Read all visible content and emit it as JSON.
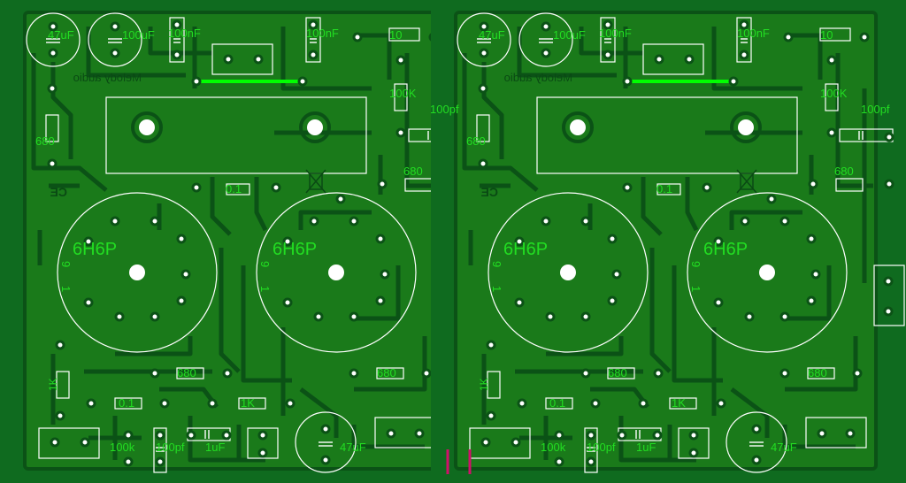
{
  "colors": {
    "board": "#0f6b1f",
    "copper": "#1a7a1a",
    "gap": "#0b5216",
    "silkscreen": "#ffffff",
    "label": "#22dd22",
    "jumper": "#00ff00",
    "marker": "#d0106a"
  },
  "boards": [
    {
      "brand": "Melody audio",
      "tubes": [
        {
          "label": "6H6P",
          "pin_marks": [
            "9",
            "1"
          ]
        },
        {
          "label": "6H6P",
          "pin_marks": [
            "9",
            "1"
          ]
        }
      ],
      "components": {
        "cap_47uf_top": "47uF",
        "cap_100uf": "100uF",
        "cap_100nf_a": "100nF",
        "cap_100nf_b": "100nF",
        "res_10": "10",
        "res_100k": "100K",
        "cap_100pf_right": "100pf",
        "res_680_left": "680",
        "res_680_right": "680",
        "res_01_mid": "0.1",
        "res_680_a": "680",
        "res_680_b": "680",
        "res_1k_left": "1K",
        "res_01_bot": "0.1",
        "res_1k_bot": "1K",
        "res_100k_bot": "100k",
        "cap_100pf_bot": "100pf",
        "cap_1uf": "1uF",
        "cap_47uf_bot": "47uF"
      },
      "icons": [
        "ce-icon",
        "weee-bin-icon"
      ]
    },
    {
      "brand": "Melody audio",
      "tubes": [
        {
          "label": "6H6P",
          "pin_marks": [
            "9",
            "1"
          ]
        },
        {
          "label": "6H6P",
          "pin_marks": [
            "9",
            "1"
          ]
        }
      ],
      "components": {
        "cap_47uf_top": "47uF",
        "cap_100uf": "100uF",
        "cap_100nf_a": "100nF",
        "cap_100nf_b": "100nF",
        "res_10": "10",
        "res_100k": "100K",
        "cap_100pf_right": "100pf",
        "res_680_left": "680",
        "res_680_right": "680",
        "res_01_mid": "0.1",
        "res_680_a": "680",
        "res_680_b": "680",
        "res_1k_left": "1K",
        "res_01_bot": "0.1",
        "res_1k_bot": "1K",
        "res_100k_bot": "100k",
        "cap_100pf_bot": "100pf",
        "cap_1uf": "1uF",
        "cap_47uf_bot": "47uF"
      },
      "icons": [
        "ce-icon",
        "weee-bin-icon"
      ]
    }
  ]
}
